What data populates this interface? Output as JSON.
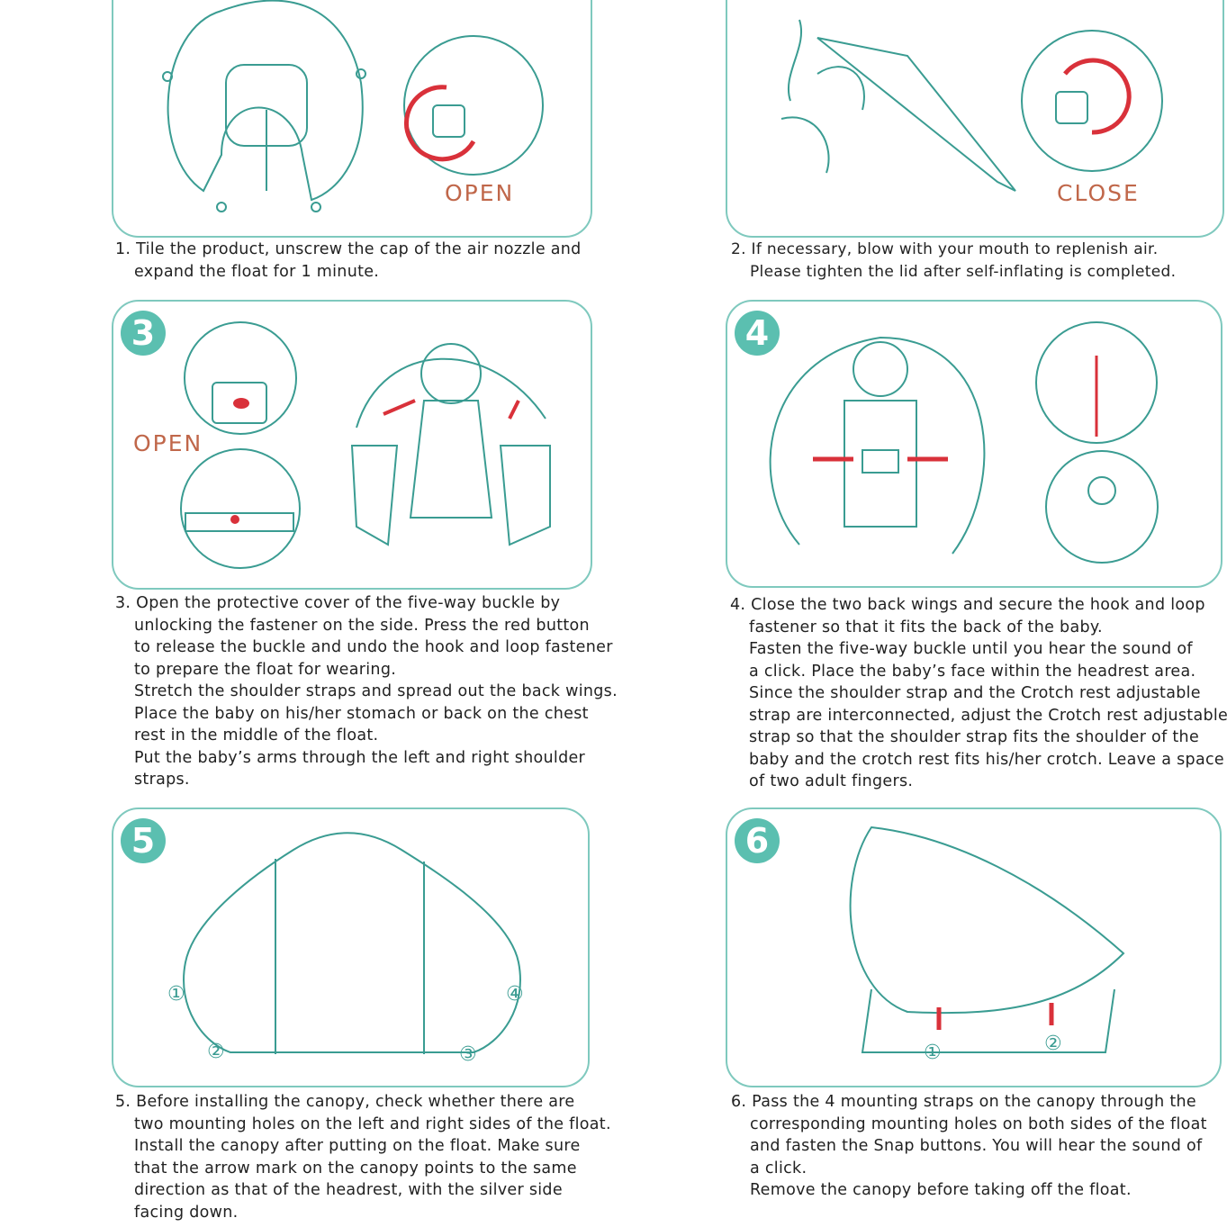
{
  "colors": {
    "teal": "#5bbfb0",
    "line": "#3a9c92",
    "label": "#c0674a",
    "red": "#d9313a"
  },
  "steps": [
    {
      "number": "1",
      "label": "OPEN",
      "lines": [
        "1. Tile the product, unscrew the cap of the air nozzle and",
        "expand the float for 1 minute."
      ]
    },
    {
      "number": "2",
      "label": "CLOSE",
      "lines": [
        "2.  If necessary, blow with your mouth to replenish air.",
        "Please tighten the lid after self-inflating is completed."
      ]
    },
    {
      "number": "3",
      "label": "OPEN",
      "lines": [
        "3. Open the protective cover of the five-way buckle by",
        "unlocking the fastener on the side. Press the red button",
        "to release the buckle and undo the hook and loop fastener",
        "to prepare the float for wearing.",
        "Stretch the shoulder straps and spread out the back wings.",
        "Place the baby on his/her stomach or back on the chest",
        "rest in the middle of the float.",
        "Put the baby’s arms through the left and right shoulder",
        "straps."
      ]
    },
    {
      "number": "4",
      "lines": [
        "4. Close the two back wings and secure the hook and loop",
        "fastener so that it fits the back of the baby.",
        "Fasten the five-way buckle until you hear the sound of",
        "a click. Place the baby’s face within the headrest area.",
        "Since the shoulder strap and the Crotch rest adjustable",
        "strap are interconnected, adjust the Crotch rest adjustable",
        "strap so that the shoulder strap fits the shoulder of the",
        "baby and the crotch rest fits his/her crotch. Leave a space",
        "of two adult fingers."
      ]
    },
    {
      "number": "5",
      "markers": [
        "①",
        "②",
        "③",
        "④"
      ],
      "lines": [
        "5. Before installing the canopy, check whether there are",
        "two mounting holes on the left and right sides of the float.",
        "Install the canopy after putting on the float. Make sure",
        "that the arrow mark on the canopy points to the same",
        "direction as that of the headrest, with the silver side",
        "facing down."
      ]
    },
    {
      "number": "6",
      "markers": [
        "①",
        "②"
      ],
      "lines": [
        "6. Pass the 4 mounting straps on the canopy through the",
        "corresponding mounting holes on both sides of the float",
        "and fasten the Snap buttons. You will hear the sound of",
        "a click.",
        "Remove the canopy before taking off the float."
      ]
    }
  ]
}
